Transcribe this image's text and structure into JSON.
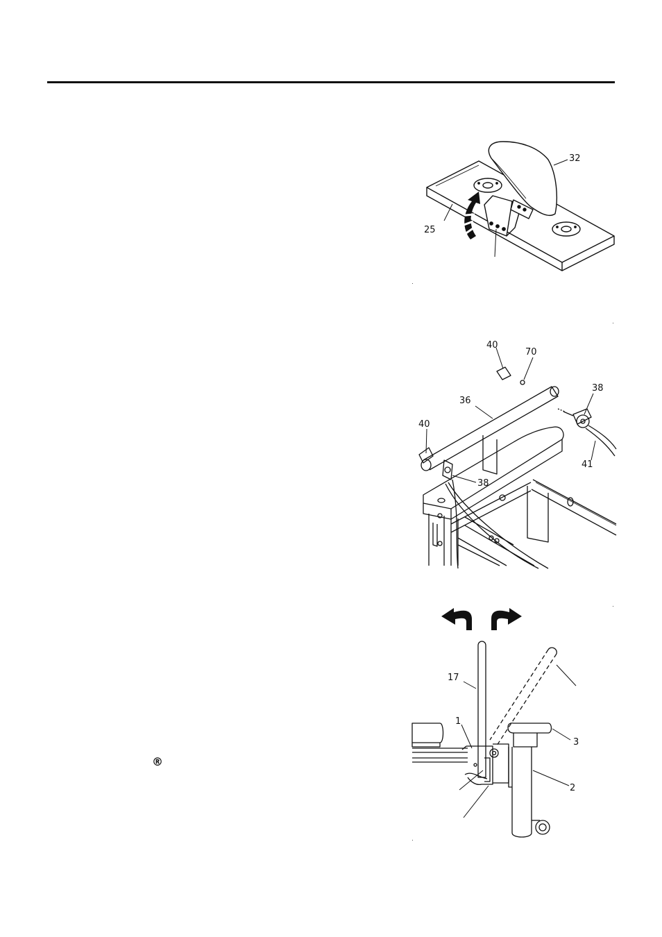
{
  "page": {
    "registered_mark": "®"
  },
  "figures": [
    {
      "name": "seat-pad-attachment",
      "callouts": [
        "32",
        "25"
      ]
    },
    {
      "name": "lat-bar-cable-assembly",
      "callouts": [
        "40",
        "70",
        "38",
        "36",
        "40",
        "38",
        "41"
      ]
    },
    {
      "name": "handle-pivot-side-view",
      "callouts": [
        "17",
        "1",
        "3",
        "2"
      ]
    }
  ]
}
